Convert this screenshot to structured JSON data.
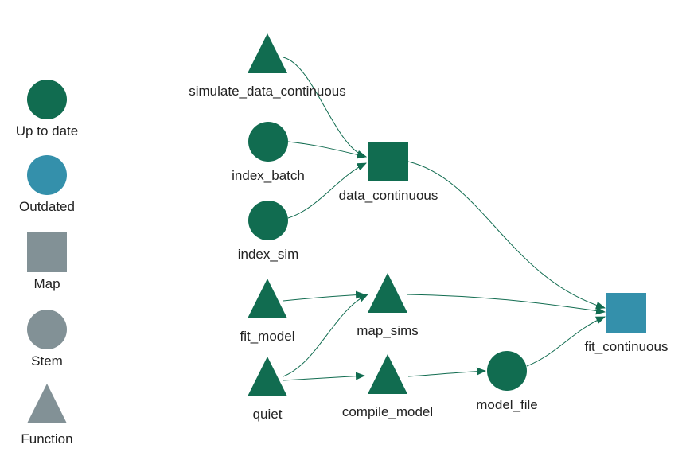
{
  "colors": {
    "up_to_date": "#116c50",
    "outdated": "#3490ab",
    "legend_gray": "#829196",
    "edge": "#116c50",
    "text": "#222222"
  },
  "legend": [
    {
      "key": "up_to_date",
      "label": "Up to date",
      "shape": "circle",
      "color": "#116c50"
    },
    {
      "key": "outdated",
      "label": "Outdated",
      "shape": "circle",
      "color": "#3490ab"
    },
    {
      "key": "map",
      "label": "Map",
      "shape": "square",
      "color": "#829196"
    },
    {
      "key": "stem",
      "label": "Stem",
      "shape": "circle",
      "color": "#829196"
    },
    {
      "key": "function",
      "label": "Function",
      "shape": "triangle",
      "color": "#829196"
    }
  ],
  "nodes": [
    {
      "id": "simulate_data_continuous",
      "label": "simulate_data_continuous",
      "shape": "triangle",
      "status": "up_to_date"
    },
    {
      "id": "index_batch",
      "label": "index_batch",
      "shape": "circle",
      "status": "up_to_date"
    },
    {
      "id": "index_sim",
      "label": "index_sim",
      "shape": "circle",
      "status": "up_to_date"
    },
    {
      "id": "data_continuous",
      "label": "data_continuous",
      "shape": "square",
      "status": "up_to_date"
    },
    {
      "id": "fit_model",
      "label": "fit_model",
      "shape": "triangle",
      "status": "up_to_date"
    },
    {
      "id": "quiet",
      "label": "quiet",
      "shape": "triangle",
      "status": "up_to_date"
    },
    {
      "id": "map_sims",
      "label": "map_sims",
      "shape": "triangle",
      "status": "up_to_date"
    },
    {
      "id": "compile_model",
      "label": "compile_model",
      "shape": "triangle",
      "status": "up_to_date"
    },
    {
      "id": "model_file",
      "label": "model_file",
      "shape": "circle",
      "status": "up_to_date"
    },
    {
      "id": "fit_continuous",
      "label": "fit_continuous",
      "shape": "square",
      "status": "outdated"
    }
  ],
  "edges": [
    {
      "from": "simulate_data_continuous",
      "to": "data_continuous"
    },
    {
      "from": "index_batch",
      "to": "data_continuous"
    },
    {
      "from": "index_sim",
      "to": "data_continuous"
    },
    {
      "from": "data_continuous",
      "to": "fit_continuous"
    },
    {
      "from": "fit_model",
      "to": "map_sims"
    },
    {
      "from": "quiet",
      "to": "map_sims"
    },
    {
      "from": "quiet",
      "to": "compile_model"
    },
    {
      "from": "compile_model",
      "to": "model_file"
    },
    {
      "from": "map_sims",
      "to": "fit_continuous"
    },
    {
      "from": "model_file",
      "to": "fit_continuous"
    }
  ]
}
